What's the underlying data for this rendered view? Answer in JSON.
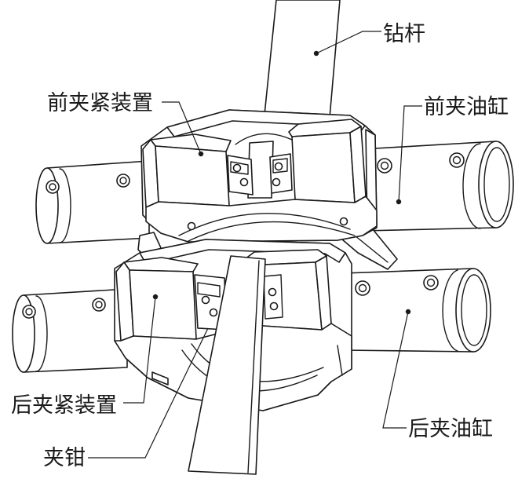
{
  "labels": {
    "drill_rod": "钻杆",
    "front_clamping_device": "前夹紧装置",
    "front_clamp_cylinder": "前夹油缸",
    "rear_clamping_device": "后夹紧装置",
    "rear_clamp_cylinder": "后夹油缸",
    "clamp_jaw": "夹钳"
  }
}
